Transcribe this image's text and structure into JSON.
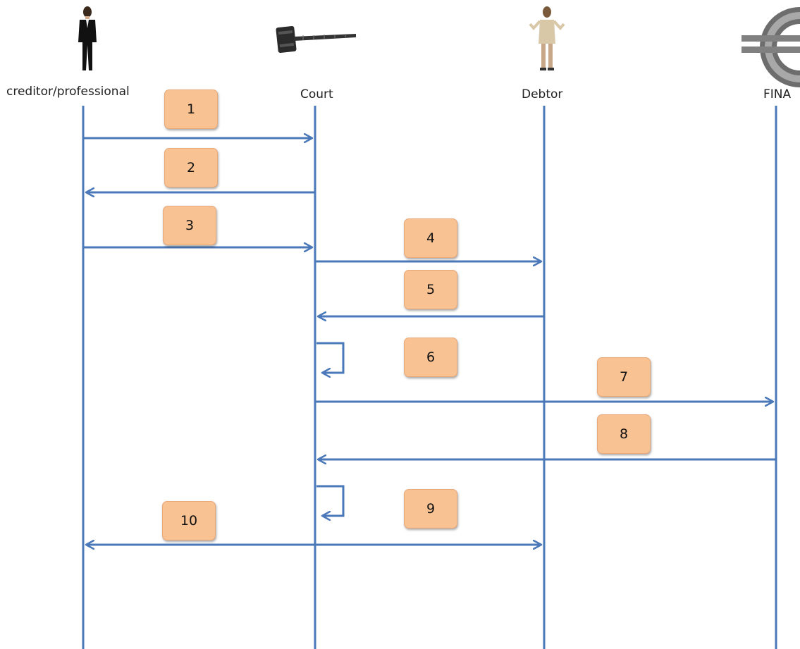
{
  "actors": [
    {
      "id": "creditor",
      "label": "creditor/professional",
      "icon": "businesswoman-icon"
    },
    {
      "id": "court",
      "label": "Court",
      "icon": "gavel-icon"
    },
    {
      "id": "debtor",
      "label": "Debtor",
      "icon": "shrugging-woman-icon"
    },
    {
      "id": "fina",
      "label": "FINA",
      "icon": "euro-sign-icon"
    }
  ],
  "messages": [
    {
      "step": "1",
      "from": "creditor",
      "to": "court"
    },
    {
      "step": "2",
      "from": "court",
      "to": "creditor"
    },
    {
      "step": "3",
      "from": "creditor",
      "to": "court"
    },
    {
      "step": "4",
      "from": "court",
      "to": "debtor"
    },
    {
      "step": "5",
      "from": "debtor",
      "to": "court"
    },
    {
      "step": "6",
      "from": "court",
      "to": "court"
    },
    {
      "step": "7",
      "from": "court",
      "to": "fina"
    },
    {
      "step": "8",
      "from": "fina",
      "to": "court"
    },
    {
      "step": "9",
      "from": "court",
      "to": "court"
    },
    {
      "step": "10",
      "from": "creditor",
      "to": "debtor",
      "bidirectional": true
    }
  ],
  "colors": {
    "line": "#4A78B8",
    "step_fill": "#F9C293",
    "step_border": "#E8A878"
  }
}
